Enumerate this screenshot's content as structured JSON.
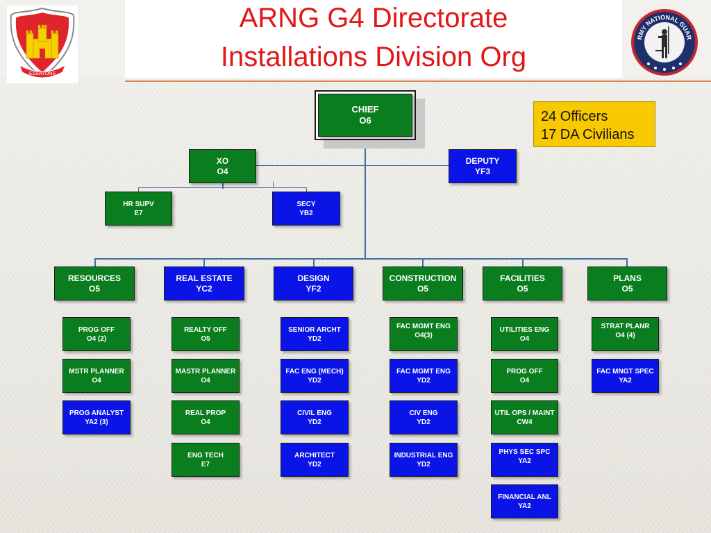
{
  "title": {
    "line1": "ARNG G4 Directorate",
    "line2": "Installations Division Org"
  },
  "logos": {
    "left": {
      "icon": "engineer-castle-crest-icon",
      "motto": "ESSAYONS"
    },
    "right": {
      "icon": "army-national-guard-seal-icon",
      "text": "ARMY NATIONAL GUARD"
    }
  },
  "note": {
    "line1": "24 Officers",
    "line2": "17 DA Civilians"
  },
  "colors": {
    "green": "#0a7e1e",
    "blue": "#0b14e6",
    "title_red": "#e01818",
    "note_yellow": "#f8c800",
    "connector": "#3c6ea5"
  },
  "chief": {
    "title": "CHIEF",
    "grade": "O6"
  },
  "xo": {
    "title": "XO",
    "grade": "O4"
  },
  "deputy": {
    "title": "DEPUTY",
    "grade": "YF3"
  },
  "hr_supv": {
    "title": "HR SUPV",
    "grade": "E7"
  },
  "secy": {
    "title": "SECY",
    "grade": "YB2"
  },
  "divisions": [
    {
      "title": "RESOURCES",
      "grade": "O5"
    },
    {
      "title": "REAL ESTATE",
      "grade": "YC2"
    },
    {
      "title": "DESIGN",
      "grade": "YF2"
    },
    {
      "title": "CONSTRUCTION",
      "grade": "O5"
    },
    {
      "title": "FACILITIES",
      "grade": "O5"
    },
    {
      "title": "PLANS",
      "grade": "O5"
    }
  ],
  "staff": {
    "resources": [
      {
        "title": "PROG OFF",
        "grade": "O4 (2)"
      },
      {
        "title": "MSTR PLANNER",
        "grade": "O4"
      },
      {
        "title": "PROG ANALYST",
        "grade": "YA2 (3)"
      }
    ],
    "real_estate": [
      {
        "title": "REALTY OFF",
        "grade": "O5"
      },
      {
        "title": "MASTR PLANNER",
        "grade": "O4"
      },
      {
        "title": "REAL PROP",
        "grade": "O4"
      },
      {
        "title": "ENG TECH",
        "grade": "E7"
      }
    ],
    "design": [
      {
        "title": "SENIOR ARCHT",
        "grade": "YD2"
      },
      {
        "title": "FAC ENG (MECH)",
        "grade": "YD2"
      },
      {
        "title": "CIVIL ENG",
        "grade": "YD2"
      },
      {
        "title": "ARCHITECT",
        "grade": "YD2"
      }
    ],
    "construction": [
      {
        "title": "FAC MGMT ENG",
        "grade": "O4(3)"
      },
      {
        "title": "FAC MGMT ENG",
        "grade": "YD2"
      },
      {
        "title": "CIV ENG",
        "grade": "YD2"
      },
      {
        "title": "INDUSTRIAL ENG",
        "grade": "YD2"
      }
    ],
    "facilities": [
      {
        "title": "UTILITIES ENG",
        "grade": "O4"
      },
      {
        "title": "PROG OFF",
        "grade": "O4"
      },
      {
        "title": "UTIL OPS / MAINT",
        "grade": "CW4"
      },
      {
        "title": "PHYS SEC SPC",
        "grade": "YA2"
      },
      {
        "title": "FINANCIAL ANL",
        "grade": "YA2"
      }
    ],
    "plans": [
      {
        "title": "STRAT PLANR",
        "grade": "O4 (4)"
      },
      {
        "title": "FAC MNGT SPEC",
        "grade": "YA2"
      }
    ]
  }
}
